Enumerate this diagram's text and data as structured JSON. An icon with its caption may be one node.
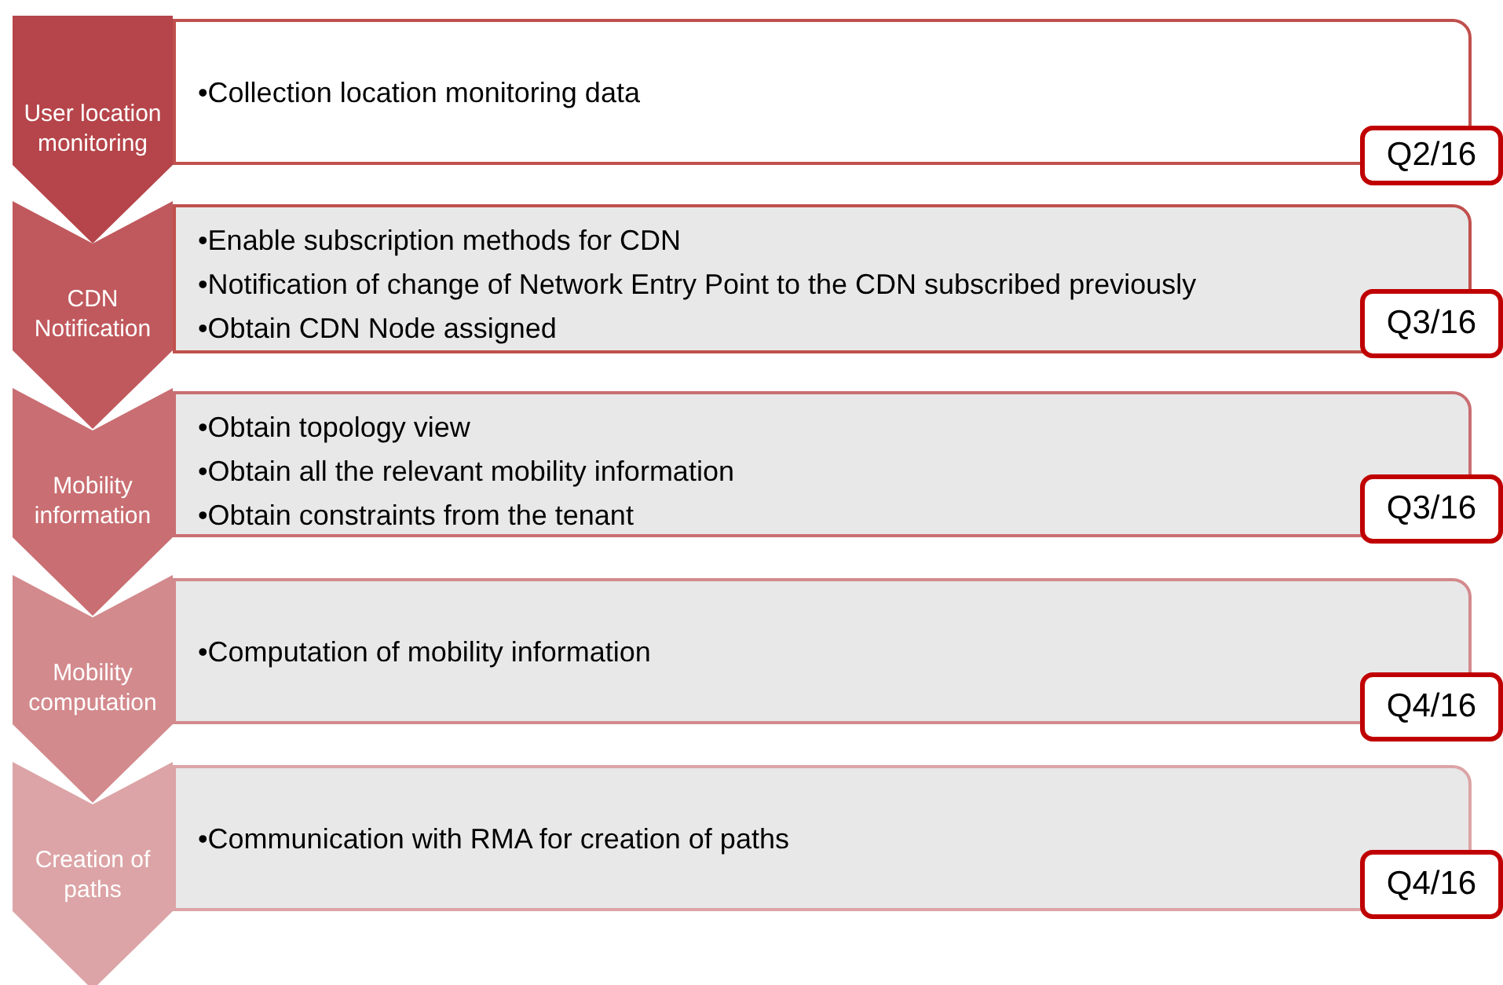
{
  "diagram": {
    "nodes": [
      {
        "text": [
          "User location monitoring"
        ]
      },
      {
        "text": [
          "•Collection location monitoring data"
        ]
      },
      {
        "text": [
          "Q2/16"
        ]
      },
      {
        "text": [
          "CDN Notification"
        ]
      },
      {
        "text": [
          "•Enable subscription methods for CDN",
          "•Notification of change of Network Entry Point to the CDN subscribed previously",
          "•Obtain CDN Node assigned"
        ]
      },
      {
        "text": [
          "Q3/16"
        ]
      },
      {
        "text": [
          "Mobility information"
        ]
      },
      {
        "text": [
          "•Obtain topology view",
          "•Obtain all the relevant mobility information",
          "•Obtain constraints from the tenant"
        ]
      },
      {
        "text": [
          "Q3/16"
        ]
      },
      {
        "text": [
          "Mobility computation"
        ]
      },
      {
        "text": [
          "•Computation of mobility information"
        ]
      },
      {
        "text": [
          "Q4/16"
        ]
      },
      {
        "text": [
          "Creation of paths"
        ]
      },
      {
        "text": [
          "•Communication with RMA for creation of paths"
        ]
      },
      {
        "text": [
          "Q4/16"
        ]
      }
    ]
  }
}
